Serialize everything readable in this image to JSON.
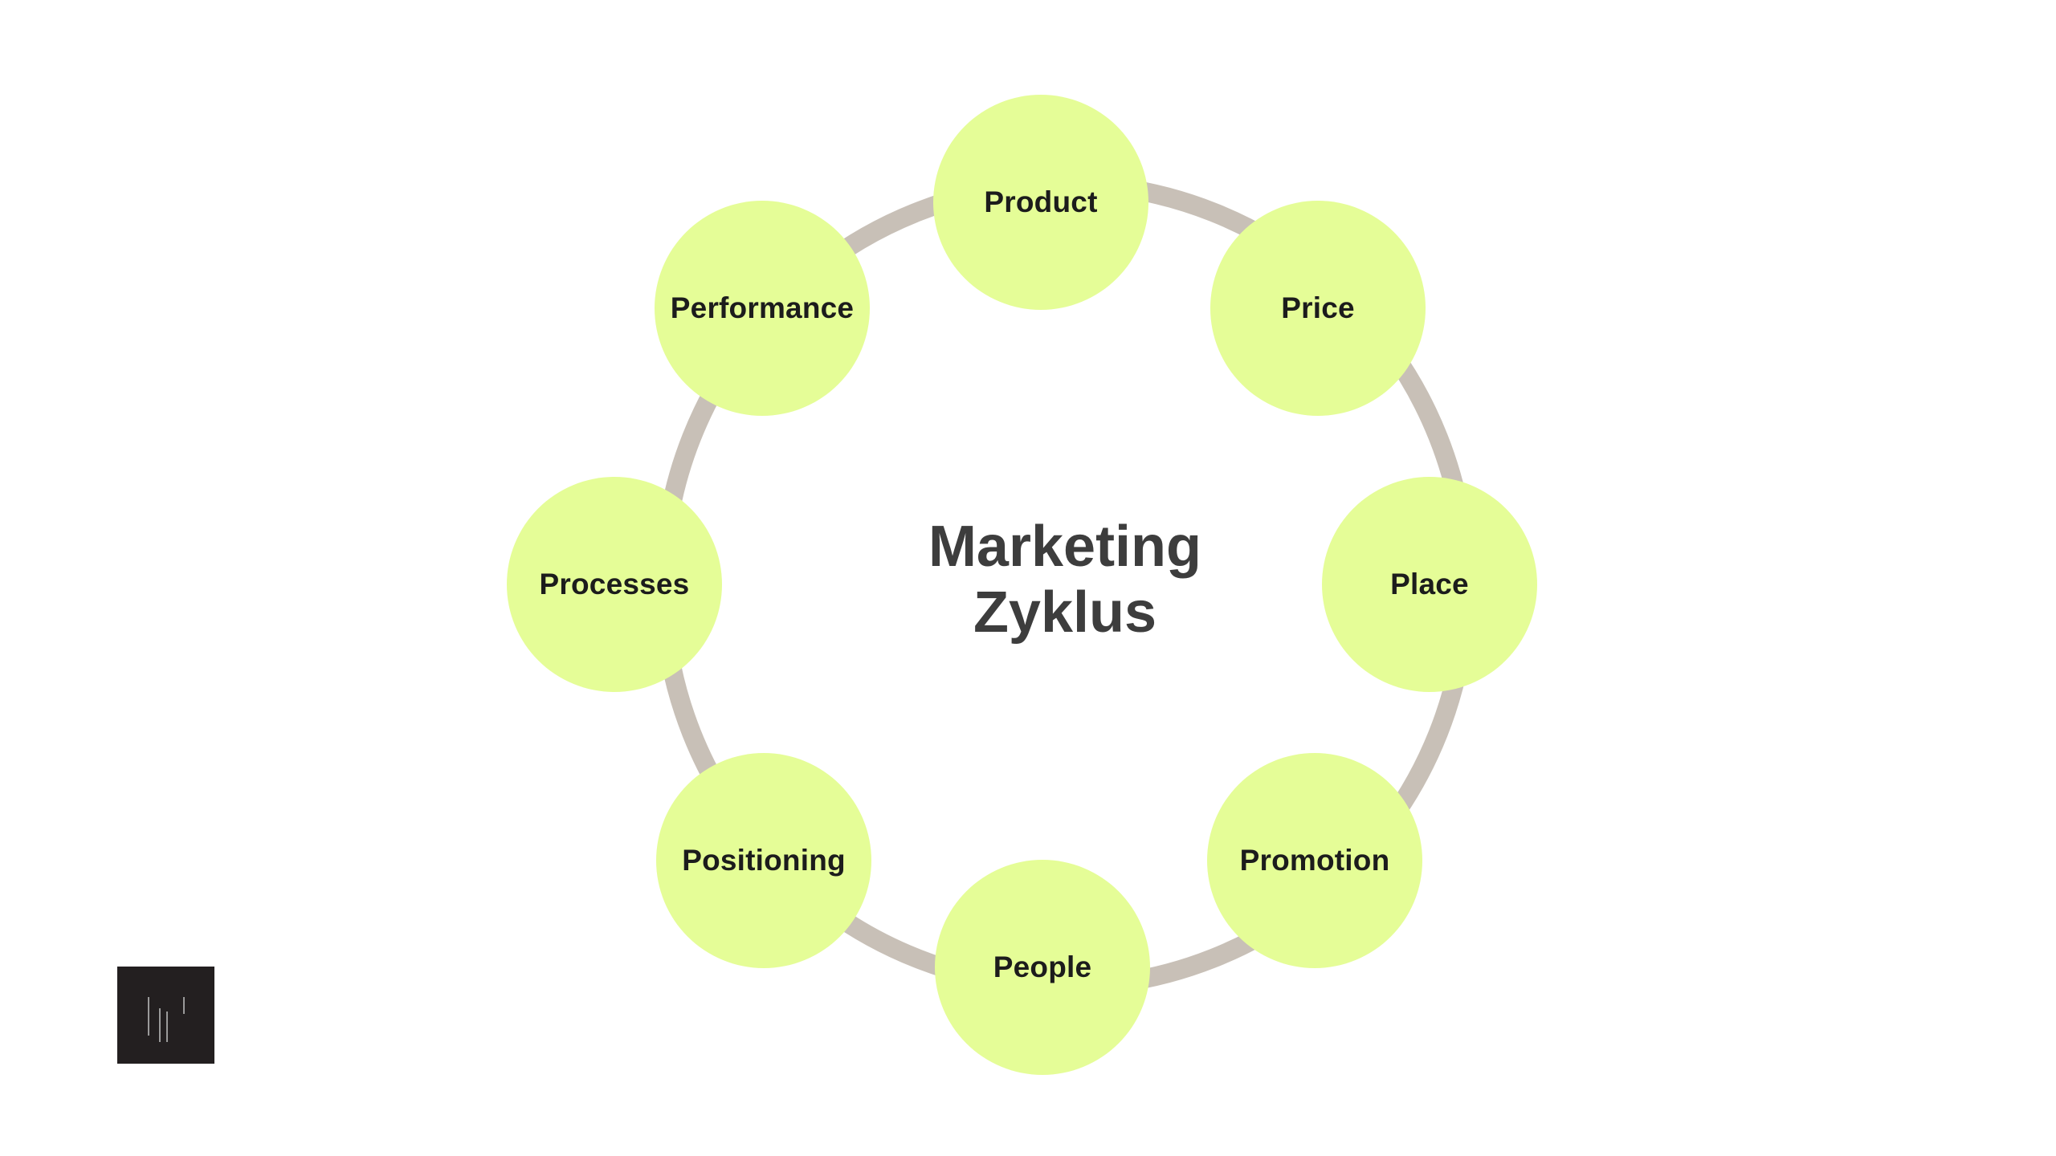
{
  "diagram": {
    "center_title_line1": "Marketing",
    "center_title_line2": "Zyklus",
    "nodes": [
      "Product",
      "Price",
      "Place",
      "Promotion",
      "People",
      "Positioning",
      "Processes",
      "Performance"
    ]
  },
  "colors": {
    "node_fill": "#e5fd97",
    "ring": "#c8c0b7",
    "title_text": "#3d3d3d",
    "node_text": "#1c1c1c",
    "logo_background": "#231f20"
  }
}
